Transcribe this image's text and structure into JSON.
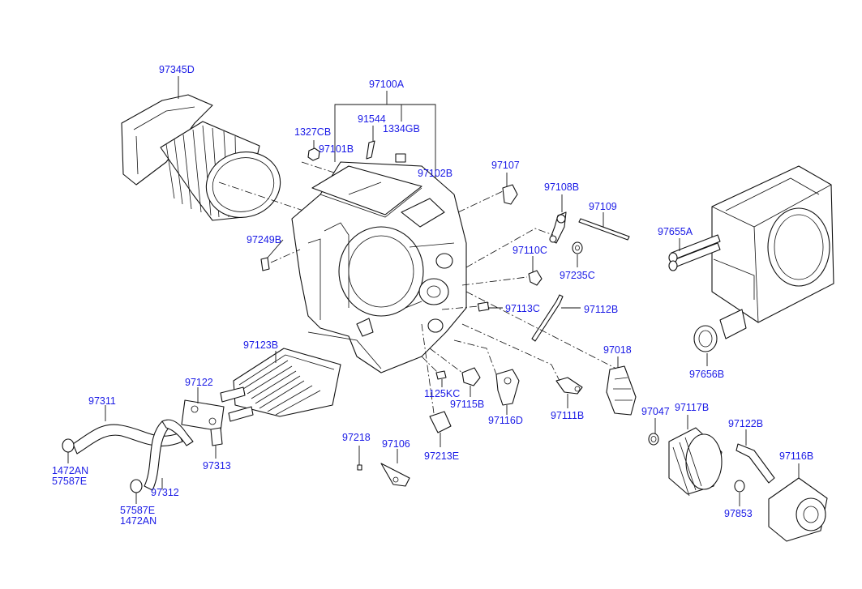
{
  "colors": {
    "label": "#1a1ae6",
    "line": "#111111",
    "background": "#ffffff"
  },
  "labels": {
    "p97345D": "97345D",
    "p97100A": "97100A",
    "p1327CB": "1327CB",
    "p91544": "91544",
    "p1334GB": "1334GB",
    "p97101B": "97101B",
    "p97102B": "97102B",
    "p97107": "97107",
    "p97108B": "97108B",
    "p97109": "97109",
    "p97655A": "97655A",
    "p97249B": "97249B",
    "p97110C": "97110C",
    "p97235C": "97235C",
    "p97113C": "97113C",
    "p97112B": "97112B",
    "p97123B": "97123B",
    "p97018": "97018",
    "p97656B": "97656B",
    "p97122": "97122",
    "p97311": "97311",
    "p1125KC": "1125KC",
    "p97115B": "97115B",
    "p97116D": "97116D",
    "p97111B": "97111B",
    "p97047": "97047",
    "p97117B": "97117B",
    "p97122B": "97122B",
    "p97213E": "97213E",
    "p97218": "97218",
    "p97106": "97106",
    "p97313": "97313",
    "p97116B": "97116B",
    "p1472AN_a": "1472AN",
    "p57587E_a": "57587E",
    "p97312": "97312",
    "p57587E_b": "57587E",
    "p1472AN_b": "1472AN",
    "p97853": "97853"
  }
}
